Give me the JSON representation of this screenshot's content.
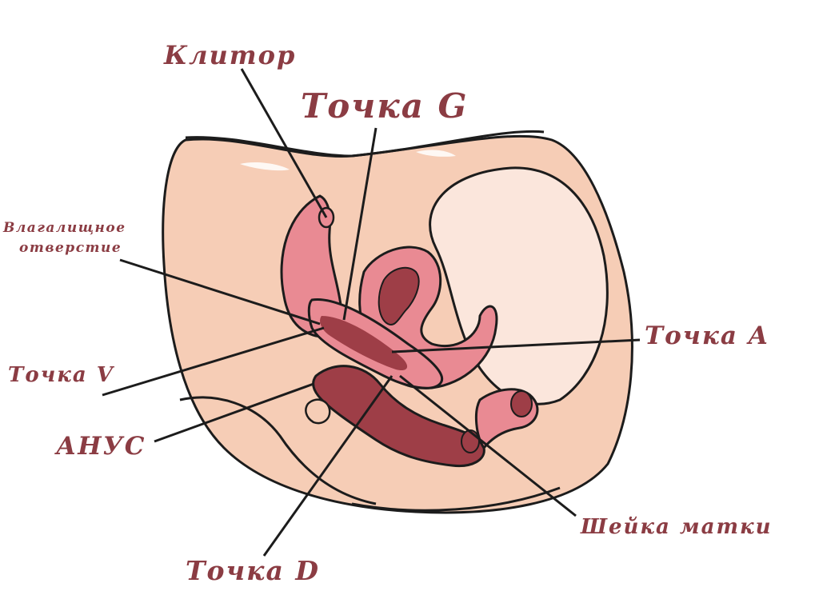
{
  "colors": {
    "label_text": "#8b3c43",
    "skin": "#f6cdb6",
    "skin_light": "#fbe6dc",
    "pink_tissue": "#e98a93",
    "dark_tissue": "#9e3e47",
    "outline": "#1c1c1c"
  },
  "labels": {
    "klitor": "Клитор",
    "tochka_g": "Точка G",
    "vlagalishchnoe_line1": "Влагалищное",
    "vlagalishchnoe_line2": "отверстие",
    "tochka_a": "Точка A",
    "tochka_v": "Точка V",
    "anus": "АНУС",
    "sheika_matki": "Шейка матки",
    "tochka_d": "Точка D"
  }
}
